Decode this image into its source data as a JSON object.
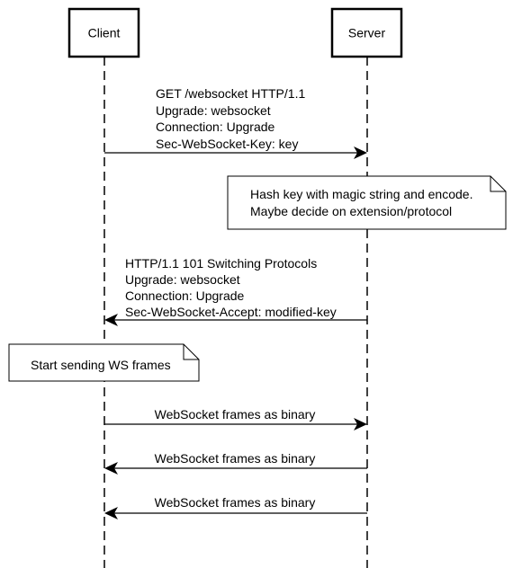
{
  "participants": {
    "client": {
      "label": "Client"
    },
    "server": {
      "label": "Server"
    }
  },
  "messages": [
    {
      "from": "client",
      "to": "server",
      "lines": [
        "GET /websocket HTTP/1.1",
        "Upgrade: websocket",
        "Connection: Upgrade",
        "Sec-WebSocket-Key: key"
      ]
    },
    {
      "from": "server",
      "to": "client",
      "lines": [
        "HTTP/1.1 101 Switching Protocols",
        "Upgrade: websocket",
        "Connection: Upgrade",
        "Sec-WebSocket-Accept: modified-key"
      ]
    },
    {
      "from": "client",
      "to": "server",
      "lines": [
        "WebSocket frames as binary"
      ]
    },
    {
      "from": "server",
      "to": "client",
      "lines": [
        "WebSocket frames as binary"
      ]
    },
    {
      "from": "server",
      "to": "client",
      "lines": [
        "WebSocket frames as binary"
      ]
    }
  ],
  "notes": [
    {
      "over": "server",
      "lines": [
        "Hash key with magic string and encode.",
        "Maybe decide on extension/protocol"
      ]
    },
    {
      "over": "client",
      "lines": [
        "Start sending WS frames"
      ]
    }
  ]
}
